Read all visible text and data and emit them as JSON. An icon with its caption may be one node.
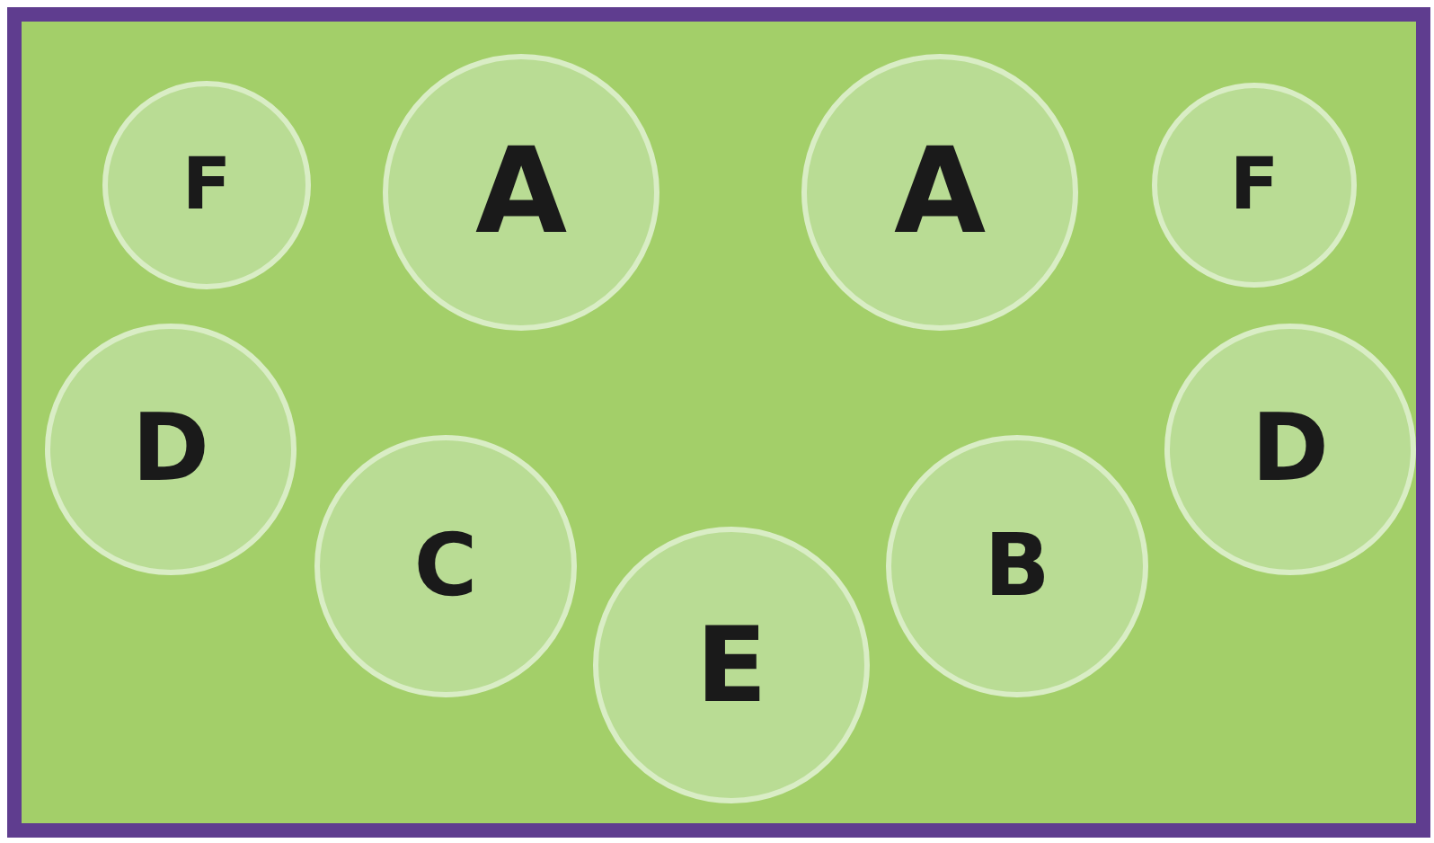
{
  "diagram": {
    "nodes": [
      {
        "text": [
          "F"
        ]
      },
      {
        "text": [
          "A"
        ]
      },
      {
        "text": [
          "A"
        ]
      },
      {
        "text": [
          "F"
        ]
      },
      {
        "text": [
          "D"
        ]
      },
      {
        "text": [
          "C"
        ]
      },
      {
        "text": [
          "E"
        ]
      },
      {
        "text": [
          "B"
        ]
      },
      {
        "text": [
          "D"
        ]
      }
    ]
  }
}
